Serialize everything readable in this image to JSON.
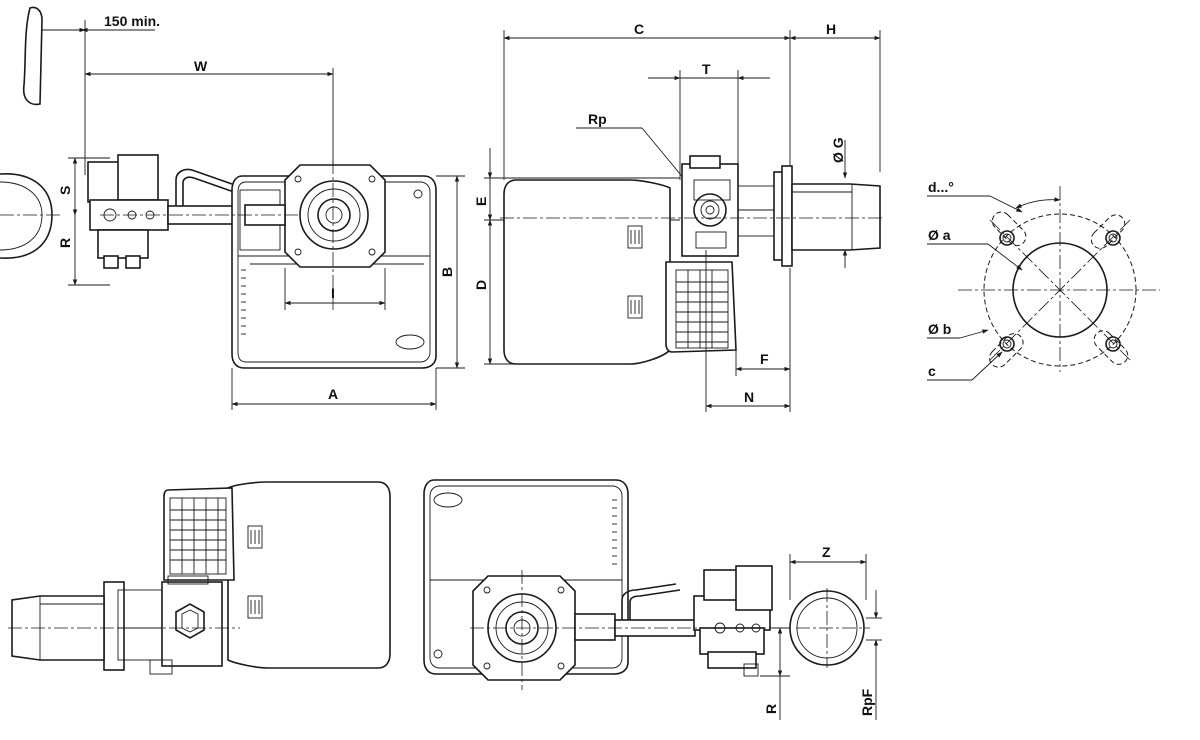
{
  "labels": {
    "clearance": "150 min.",
    "W": "W",
    "S": "S",
    "R": "R",
    "I": "I",
    "B": "B",
    "A": "A",
    "C": "C",
    "H": "H",
    "T": "T",
    "Rp": "Rp",
    "G": "Ø G",
    "E": "E",
    "D": "D",
    "F": "F",
    "N": "N",
    "d": "d...°",
    "a": "Ø a",
    "b": "Ø b",
    "c": "c",
    "Z": "Z",
    "R2": "R",
    "RpF": "RpF"
  }
}
